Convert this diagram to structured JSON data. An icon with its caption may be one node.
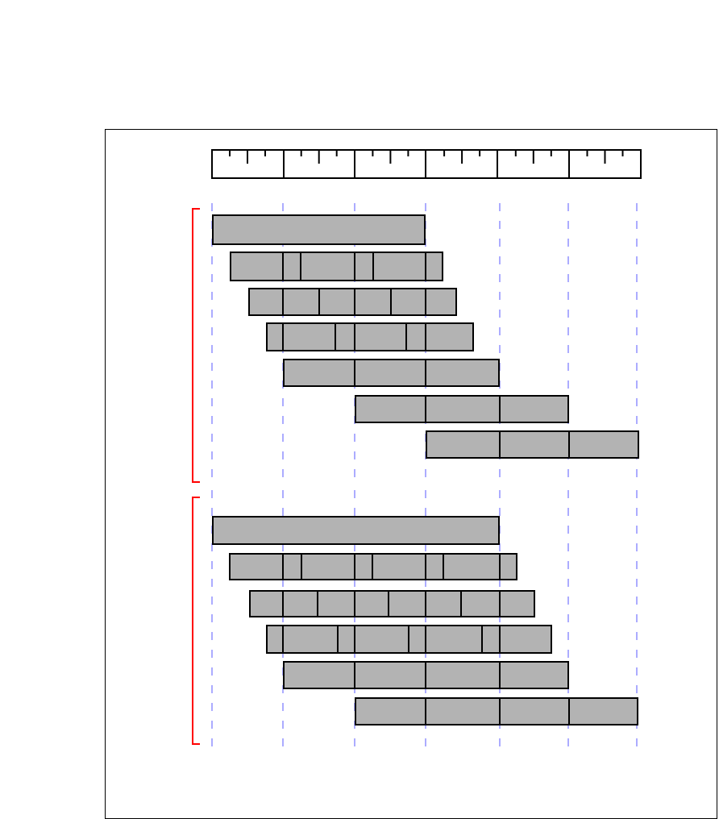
{
  "diagram": {
    "nodes": [
      {
        "text": [],
        "shape": "bar"
      },
      {
        "text": [],
        "shape": "bar"
      },
      {
        "text": [],
        "shape": "bar"
      },
      {
        "text": [],
        "shape": "bar"
      },
      {
        "text": [],
        "shape": "bar"
      },
      {
        "text": [],
        "shape": "bar"
      },
      {
        "text": [],
        "shape": "bar"
      },
      {
        "text": [],
        "shape": "bar"
      },
      {
        "text": [],
        "shape": "bar"
      },
      {
        "text": [],
        "shape": "bar"
      },
      {
        "text": [],
        "shape": "bar"
      },
      {
        "text": [],
        "shape": "bar"
      },
      {
        "text": [],
        "shape": "bar"
      }
    ]
  }
}
